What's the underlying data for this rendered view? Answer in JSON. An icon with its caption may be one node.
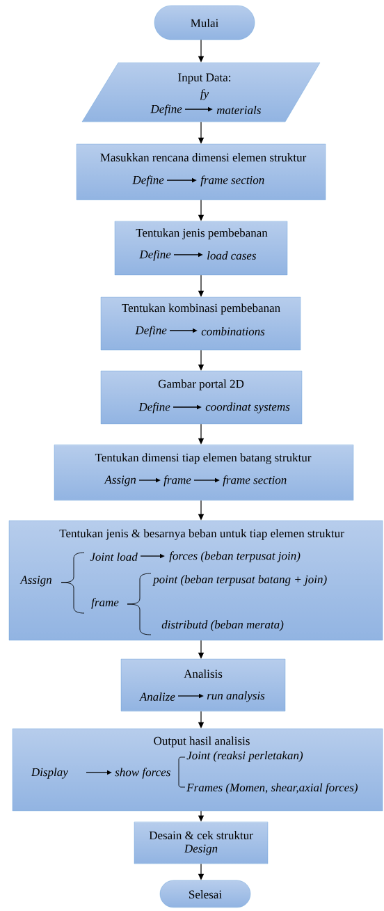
{
  "diagram": {
    "nodes": [
      {
        "text": [
          "Mulai"
        ]
      },
      {
        "text": [
          "Input Data:",
          "fy",
          "Define",
          "materials"
        ]
      },
      {
        "text": [
          "Masukkan rencana dimensi elemen struktur",
          "Define",
          "frame section"
        ]
      },
      {
        "text": [
          "Tentukan jenis pembebanan",
          "Define",
          "load cases"
        ]
      },
      {
        "text": [
          "Tentukan kombinasi pembebanan",
          "Define",
          "combinations"
        ]
      },
      {
        "text": [
          "Gambar portal 2D",
          "Define",
          "coordinat systems"
        ]
      },
      {
        "text": [
          "Tentukan dimensi tiap elemen batang struktur",
          "Assign",
          "frame",
          "frame section"
        ]
      },
      {
        "text": [
          "Tentukan jenis & besarnya beban untuk tiap elemen struktur",
          "Assign",
          "Joint load",
          "forces (beban terpusat join)",
          "point (beban terpusat batang + join)",
          "frame",
          "distributd (beban merata)"
        ]
      },
      {
        "text": [
          "Analisis",
          "Analize",
          "run analysis"
        ]
      },
      {
        "text": [
          "Output hasil analisis",
          "Display",
          "show forces",
          "Joint (reaksi perletakan)",
          "Frames (Momen, shear,axial forces)"
        ]
      },
      {
        "text": [
          "Desain & cek struktur",
          "Design"
        ]
      },
      {
        "text": [
          "Selesai"
        ]
      }
    ],
    "edges": [
      {
        "from": 0,
        "to": 1,
        "arrow": "to"
      },
      {
        "from": 1,
        "to": 2,
        "arrow": "to"
      },
      {
        "from": 2,
        "to": 3,
        "arrow": "to"
      },
      {
        "from": 3,
        "to": 4,
        "arrow": "to"
      },
      {
        "from": 4,
        "to": 5,
        "arrow": "to"
      },
      {
        "from": 5,
        "to": 6,
        "arrow": "to"
      },
      {
        "from": 6,
        "to": 7,
        "arrow": "to"
      },
      {
        "from": 7,
        "to": 8,
        "arrow": "to"
      },
      {
        "from": 8,
        "to": 9,
        "arrow": "to"
      },
      {
        "from": 9,
        "to": 10,
        "arrow": "to"
      },
      {
        "from": 10,
        "to": 11,
        "arrow": "to"
      }
    ]
  }
}
